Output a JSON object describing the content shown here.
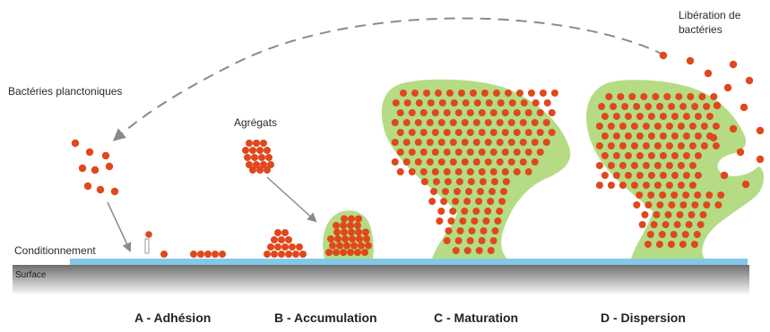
{
  "labels": {
    "planktonic": "Bactéries planctoniques",
    "aggregates": "Agrégats",
    "release": [
      "Libération de",
      "bactéries"
    ],
    "conditioning": "Conditionnement",
    "surface": "Surface"
  },
  "stages": [
    "A - Adhésion",
    "B - Accumulation",
    "C - Maturation",
    "D - Dispersion"
  ],
  "colors": {
    "bacteria": "#e0481c",
    "biofilm": "#b5dc84",
    "conditioning_film": "#83c8e6",
    "surface_top": "#7a7a7a",
    "surface_bottom": "#f2f2f2",
    "arrow": "#8a8a8a"
  }
}
